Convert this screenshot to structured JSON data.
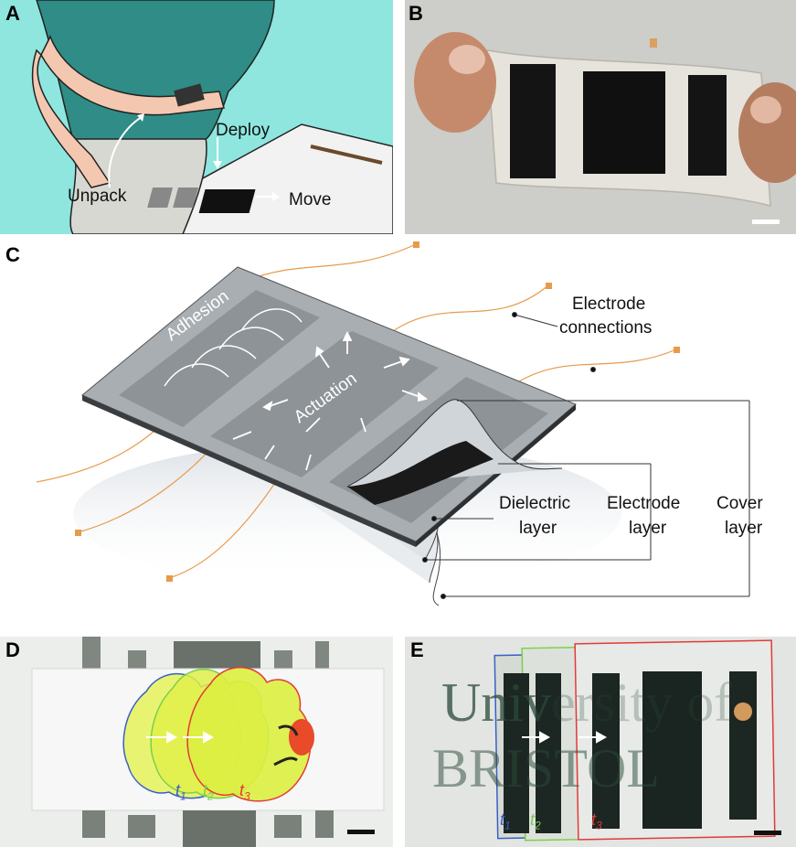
{
  "panels": {
    "a": {
      "label": "A",
      "unpack": "Unpack",
      "deploy": "Deploy",
      "move": "Move"
    },
    "b": {
      "label": "B"
    },
    "c": {
      "label": "C",
      "adhesion": "Adhesion",
      "actuation": "Actuation",
      "electrode_connections_1": "Electrode",
      "electrode_connections_2": "connections",
      "dielectric_1": "Dielectric",
      "dielectric_2": "layer",
      "electrode_layer_1": "Electrode",
      "electrode_layer_2": "layer",
      "cover_1": "Cover",
      "cover_2": "layer"
    },
    "d": {
      "label": "D",
      "t1": "t",
      "t1_sub": "1",
      "t2": "t",
      "t2_sub": "2",
      "t3": "t",
      "t3_sub": "3"
    },
    "e": {
      "label": "E",
      "bg_text_1": "Univ",
      "bg_text_1b": "ersity of",
      "bg_text_2": "BRISTOL",
      "t1": "t",
      "t1_sub": "1",
      "t2": "t",
      "t2_sub": "2",
      "t3": "t",
      "t3_sub": "3"
    }
  },
  "colors": {
    "panel_a_bg": "#8ee6df",
    "shirt": "#2f8c86",
    "table": "#f0f0f0",
    "orange_wire": "#e89a4a",
    "t1": "#3a5fc8",
    "t2": "#7ad04a",
    "t3": "#e23a3a"
  }
}
